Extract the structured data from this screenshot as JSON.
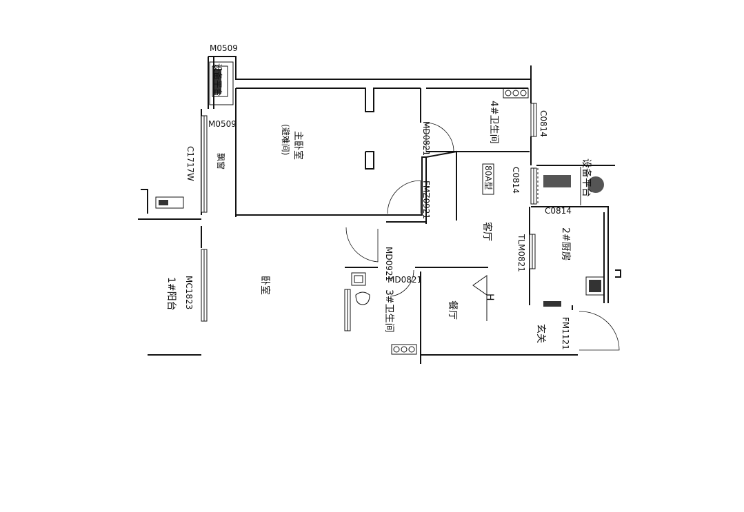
{
  "rooms": {
    "master_bedroom": "主卧室",
    "master_bedroom_note": "(避难间)",
    "bay_window": "飘窗",
    "equipment_balcony_small": "设备平台",
    "equipment_balcony": "设备平台",
    "bathroom_4": "4#卫生间",
    "living_room": "客厅",
    "kitchen_2": "2#厨房",
    "balcony_1": "1#阳台",
    "bedroom": "卧室",
    "bathroom_3": "3#卫生间",
    "dining_room": "餐厅",
    "foyer": "玄关"
  },
  "codes": {
    "m0509_top": "M0509",
    "m0509_mid": "M0509",
    "c1717w": "C1717W",
    "md0821_master": "MD0821",
    "fm0921": "FMZ0921",
    "c0814_bath": "C0814",
    "c0814_living": "C0814",
    "c0814_kitchen": "C0814",
    "tlm0821": "TLM0821",
    "mc1823": "MC1823",
    "md0921": "MD0921",
    "md0821_bath3": "MD0821",
    "fm1121": "FM1121",
    "type_tag": "80A型",
    "elevation_mark": "H"
  },
  "colors": {
    "line": "#111111",
    "background": "#ffffff"
  }
}
